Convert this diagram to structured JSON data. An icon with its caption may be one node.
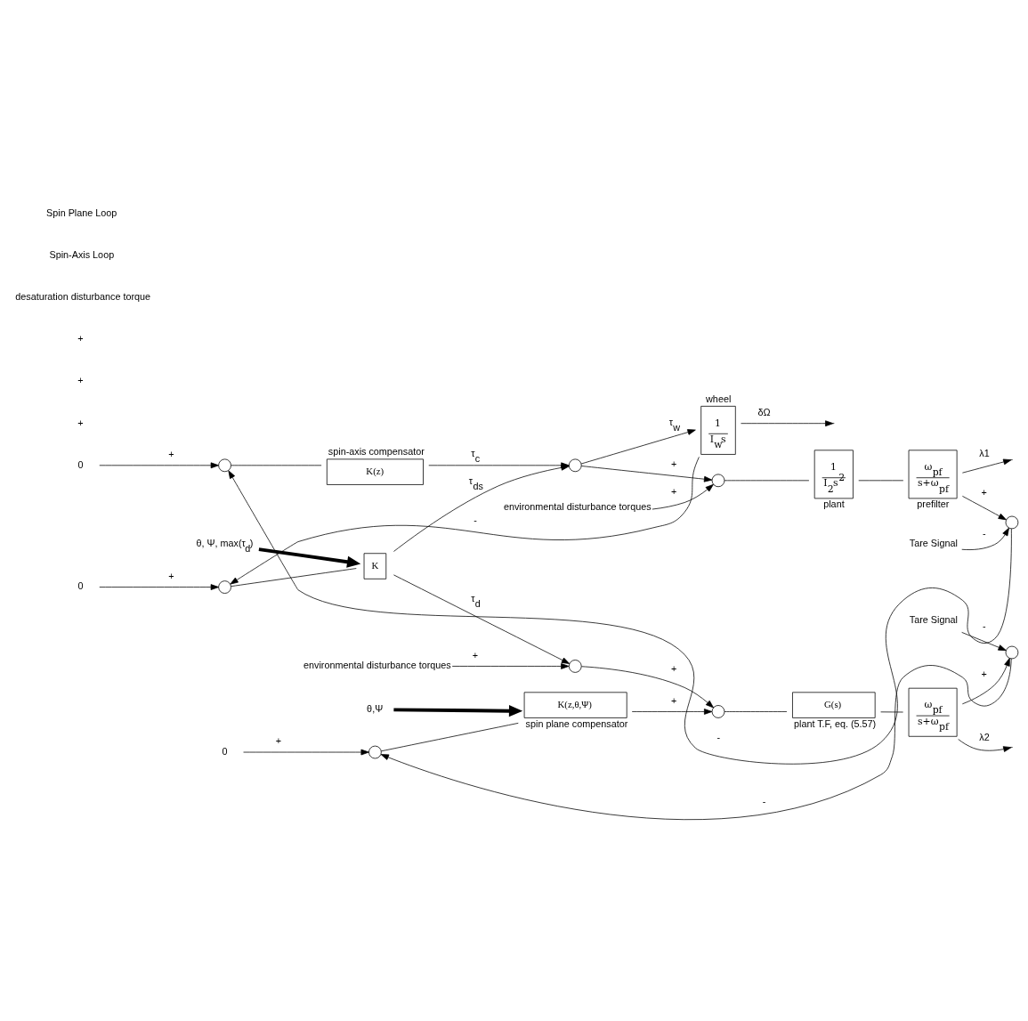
{
  "diagram": {
    "nodes": [
      {
        "text": [
          "0"
        ]
      },
      {
        "text": [
          "θ, Ψ, max(τ$_{d}$)"
        ]
      },
      {
        "text": [
          "K"
        ]
      },
      {
        "text": [],
        "shape": "circle"
      },
      {
        "text": [
          "1",
          "I$_{w}$s"
        ],
        "beside": [
          "wheel"
        ]
      },
      {
        "text": [
          "0"
        ]
      },
      {
        "text": [],
        "shape": "circle"
      },
      {
        "text": [
          "K(z)"
        ],
        "beside": [
          "spin-axis compensator"
        ]
      },
      {
        "text": [],
        "shape": "circle"
      },
      {
        "text": [],
        "shape": "circle"
      },
      {
        "text": [
          "environmental disturbance torques"
        ]
      },
      {
        "text": [
          "1",
          "I$_{2}$s$^{2}$"
        ],
        "beside": [
          "plant"
        ]
      },
      {
        "text": [
          "ω$_{pf}$",
          "s+ω$_{pf}$"
        ],
        "beside": [
          "prefilter"
        ]
      },
      {
        "text": [],
        "shape": "circle"
      },
      {
        "text": [
          "Tare Signal"
        ]
      },
      {
        "text": [],
        "shape": "circle"
      },
      {
        "text": [
          "environmental disturbance torques"
        ]
      },
      {
        "text": [
          "θ,Ψ"
        ]
      },
      {
        "text": [
          "0"
        ]
      },
      {
        "text": [],
        "shape": "circle"
      },
      {
        "text": [
          "K(z,θ,Ψ)"
        ],
        "beside": [
          "spin plane compensator"
        ]
      },
      {
        "text": [],
        "shape": "circle"
      },
      {
        "text": [
          "G(s)"
        ],
        "beside": [
          "plant T.F, eq. (5.57)"
        ]
      },
      {
        "text": [
          "ω$_{pf}$",
          "s+ω$_{pf}$"
        ]
      },
      {
        "text": [],
        "shape": "circle"
      },
      {
        "text": [
          "Tare Signal"
        ]
      }
    ],
    "edges": [
      {
        "from": 0,
        "to": 3,
        "arrow": "to",
        "label": "+"
      },
      {
        "from": 1,
        "to": 2,
        "arrow": "to",
        "style": "thick"
      },
      {
        "from": 3,
        "to": 2,
        "arrow": "none"
      },
      {
        "from": 4,
        "to": 3,
        "arrow": "to",
        "label": "-"
      },
      {
        "from": 4,
        "to": null,
        "arrow": "to",
        "label": "δΩ"
      },
      {
        "from": 2,
        "to": 8,
        "arrow": "to",
        "label": "τ$_{ds}$"
      },
      {
        "from": 2,
        "to": 15,
        "arrow": "to",
        "label": "τ$_{d}$"
      },
      {
        "from": 5,
        "to": 6,
        "arrow": "to",
        "label": "+"
      },
      {
        "from": 6,
        "to": 7,
        "arrow": "none"
      },
      {
        "from": 7,
        "to": 8,
        "arrow": "to",
        "label": "τ$_{c}$"
      },
      {
        "from": 8,
        "to": 4,
        "arrow": "to",
        "label": "τ$_{w}$"
      },
      {
        "from": 8,
        "to": 9,
        "arrow": "to",
        "label": "+"
      },
      {
        "from": 10,
        "to": 9,
        "arrow": "to",
        "label": "+"
      },
      {
        "from": 9,
        "to": 11,
        "arrow": "none"
      },
      {
        "from": 11,
        "to": 12,
        "arrow": "none"
      },
      {
        "from": 12,
        "to": null,
        "arrow": "to",
        "label": "λ1"
      },
      {
        "from": 12,
        "to": 13,
        "arrow": "to",
        "label": "+"
      },
      {
        "from": 13,
        "to": 6,
        "arrow": "to",
        "label": "-"
      },
      {
        "from": 14,
        "to": 13,
        "arrow": "to",
        "label": "-"
      },
      {
        "from": 16,
        "to": 15,
        "arrow": "to",
        "label": "+"
      },
      {
        "from": 15,
        "to": 21,
        "arrow": "to",
        "label": "+"
      },
      {
        "from": 17,
        "to": 20,
        "arrow": "to",
        "style": "thick"
      },
      {
        "from": 18,
        "to": 19,
        "arrow": "to",
        "label": "+"
      },
      {
        "from": 19,
        "to": 20,
        "arrow": "none"
      },
      {
        "from": 20,
        "to": 21,
        "arrow": "to",
        "label": "+"
      },
      {
        "from": 21,
        "to": 22,
        "arrow": "none"
      },
      {
        "from": 22,
        "to": 23,
        "arrow": "none"
      },
      {
        "from": 23,
        "to": null,
        "arrow": "to",
        "label": "λ2"
      },
      {
        "from": 23,
        "to": 24,
        "arrow": "to",
        "label": "+"
      },
      {
        "from": 24,
        "to": 19,
        "arrow": "to",
        "label": "-"
      },
      {
        "from": 25,
        "to": 24,
        "arrow": "to",
        "label": "-"
      }
    ],
    "labels": [
      "+",
      "+",
      "+",
      "desaturation disturbance torque",
      "Spin-Axis Loop",
      "Spin Plane Loop"
    ]
  }
}
